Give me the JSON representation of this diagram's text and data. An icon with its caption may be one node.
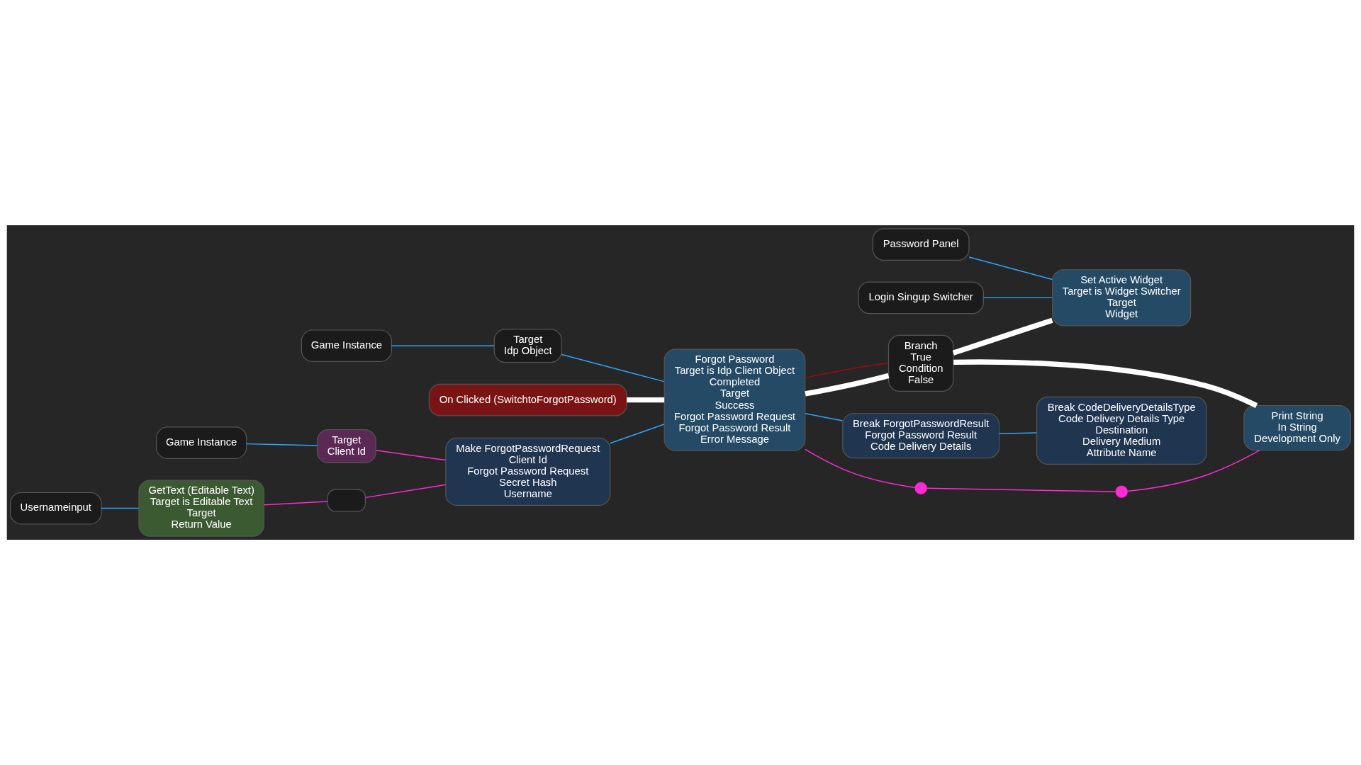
{
  "diagram": {
    "nodes": [
      {
        "text": [
          "Game Instance"
        ]
      },
      {
        "text": [
          "Target",
          "Idp Object"
        ]
      },
      {
        "text": [
          "On Clicked (SwitchtoForgotPassword)"
        ]
      },
      {
        "text": [
          "Forgot Password",
          "Target is Idp Client Object",
          "Completed",
          "Target",
          "Success",
          "Forgot Password Request",
          "Forgot Password Result",
          "Error Message"
        ]
      },
      {
        "text": [
          "Branch",
          "True",
          "Condition",
          "False"
        ]
      },
      {
        "text": [
          "Set Active Widget",
          "Target is Widget Switcher",
          "Target",
          "Widget"
        ]
      },
      {
        "text": [
          "Print String",
          "In String",
          "Development Only"
        ]
      },
      {
        "text": [
          "Password Panel"
        ]
      },
      {
        "text": [
          "Login Singup Switcher"
        ]
      },
      {
        "text": [
          "Game Instance"
        ]
      },
      {
        "text": [
          "Target",
          "Client Id"
        ]
      },
      {
        "text": [
          "Make ForgotPasswordRequest",
          "Client Id",
          "Forgot Password Request",
          "Secret Hash",
          "Username"
        ]
      },
      {
        "text": [
          "Break ForgotPasswordResult",
          "Forgot Password Result",
          "Code Delivery Details"
        ]
      },
      {
        "text": [
          "Break CodeDeliveryDetailsType",
          "Code Delivery Details Type",
          "Destination",
          "Delivery Medium",
          "Attribute Name"
        ]
      },
      {
        "text": [
          "Usernameinput"
        ]
      },
      {
        "text": [
          "GetText (Editable Text)",
          "Target is Editable Text",
          "Target",
          "Return Value"
        ]
      },
      {
        "text": [],
        "shape": "box"
      },
      {
        "text": [],
        "shape": "circle"
      },
      {
        "text": [],
        "shape": "circle"
      }
    ],
    "edges": [
      {
        "from": 0,
        "to": 1,
        "arrow": "none"
      },
      {
        "from": 1,
        "to": 3,
        "arrow": "none"
      },
      {
        "from": 2,
        "to": 3,
        "arrow": "none",
        "style": "thick",
        "color": "#ffffff"
      },
      {
        "from": 3,
        "to": 4,
        "arrow": "none",
        "style": "thick",
        "color": "#ffffff"
      },
      {
        "from": 3,
        "to": 4,
        "arrow": "none",
        "color": "#9e0b0b"
      },
      {
        "from": 4,
        "to": 5,
        "arrow": "none",
        "style": "thick",
        "color": "#ffffff"
      },
      {
        "from": 4,
        "to": 6,
        "arrow": "none",
        "style": "thick",
        "color": "#ffffff"
      },
      {
        "from": 3,
        "to": 17,
        "arrow": "none",
        "color": "#ff2bd4"
      },
      {
        "from": 17,
        "to": 18,
        "arrow": "none",
        "color": "#ff2bd4"
      },
      {
        "from": 18,
        "to": 6,
        "arrow": "none",
        "color": "#ff2bd4"
      },
      {
        "from": 7,
        "to": 5,
        "arrow": "none"
      },
      {
        "from": 8,
        "to": 5,
        "arrow": "none"
      },
      {
        "from": 3,
        "to": 12,
        "arrow": "none"
      },
      {
        "from": 12,
        "to": 13,
        "arrow": "none"
      },
      {
        "from": 9,
        "to": 10,
        "arrow": "none"
      },
      {
        "from": 10,
        "to": 11,
        "arrow": "none",
        "color": "#ff2bd4"
      },
      {
        "from": 11,
        "to": 3,
        "arrow": "none"
      },
      {
        "from": 14,
        "to": 15,
        "arrow": "none"
      },
      {
        "from": 15,
        "to": 16,
        "arrow": "none",
        "color": "#ff2bd4"
      },
      {
        "from": 16,
        "to": 11,
        "arrow": "none",
        "color": "#ff2bd4"
      }
    ]
  }
}
